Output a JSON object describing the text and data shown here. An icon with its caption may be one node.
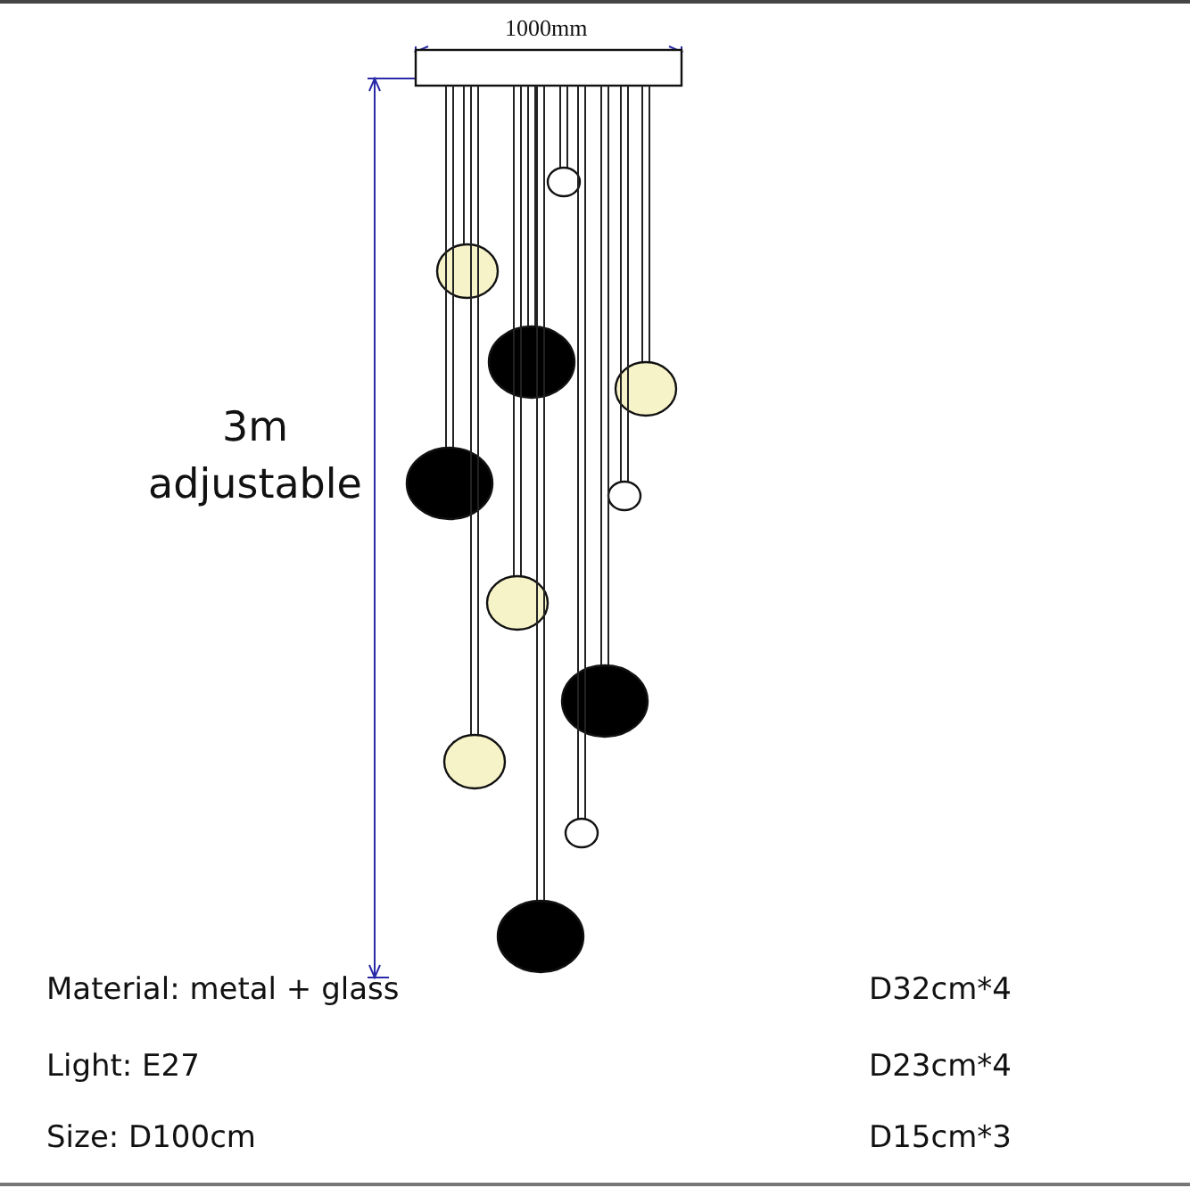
{
  "diagram": {
    "labels": [
      "1000mm",
      "3m adjustable",
      "Material: metal + glass",
      "D32cm*4",
      "Light: E27",
      "D23cm*4",
      "Size: D100cm",
      "D15cm*3"
    ]
  }
}
